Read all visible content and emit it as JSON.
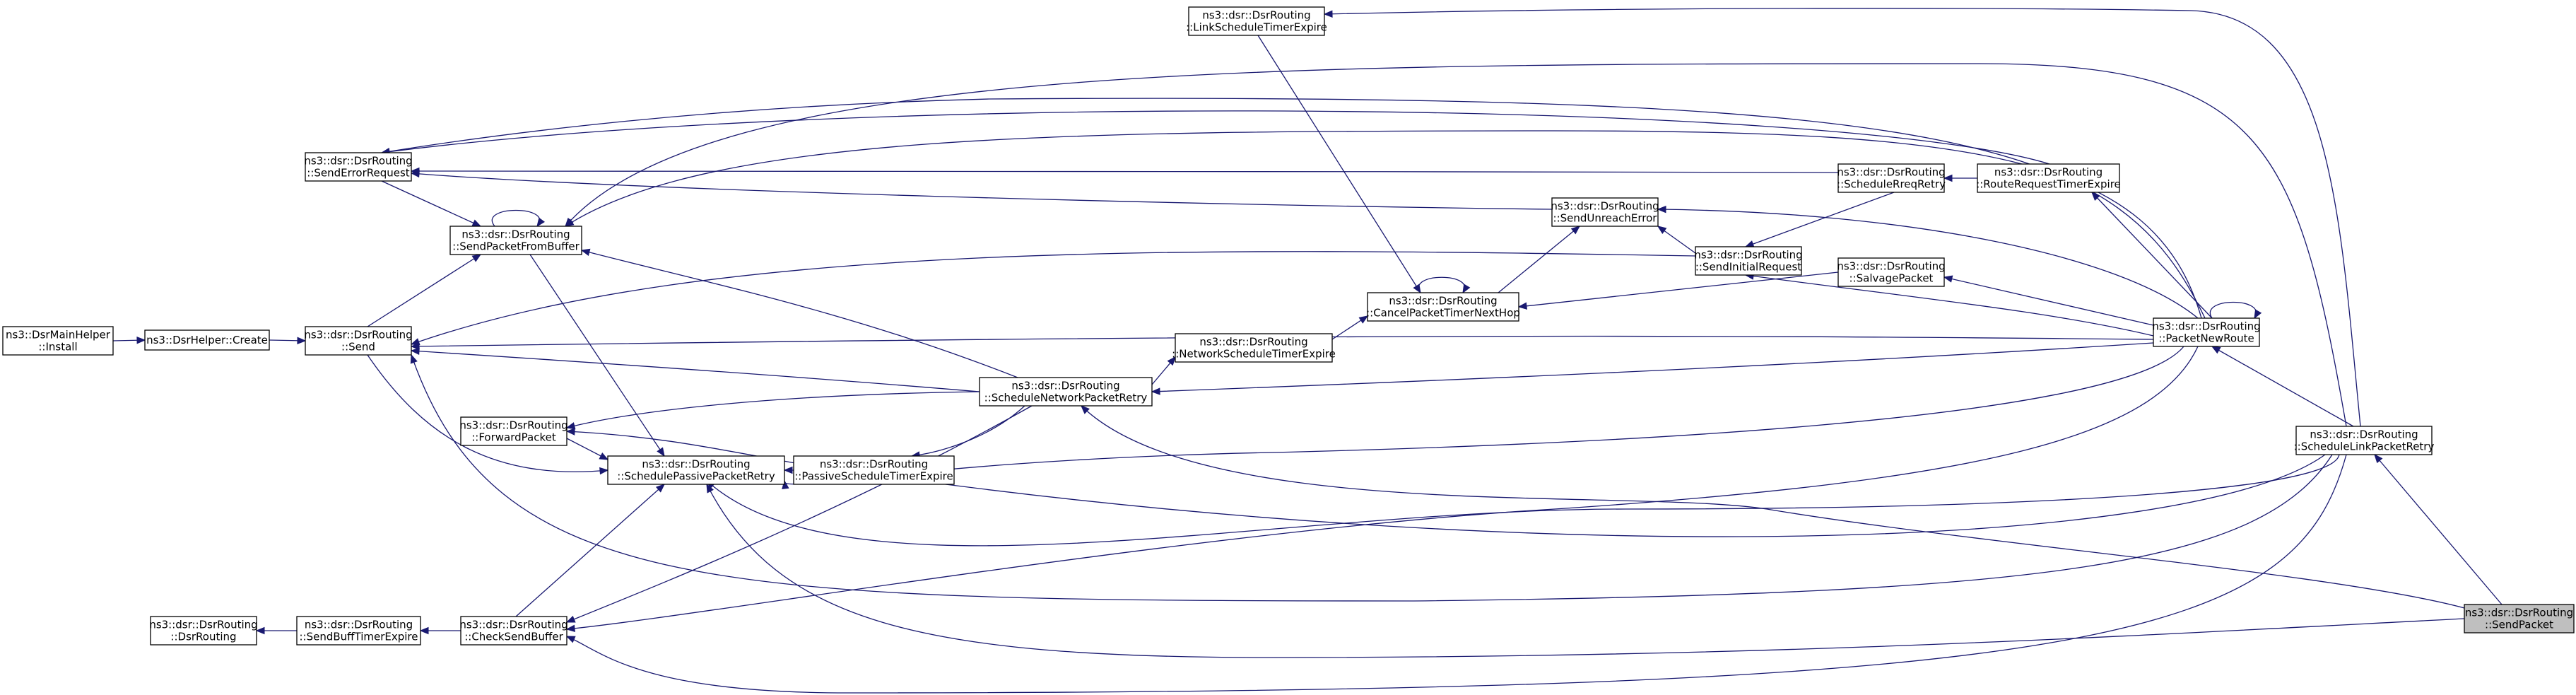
{
  "graph": {
    "colors": {
      "edge": "#191970",
      "node_fill": "#ffffff",
      "highlight_fill": "#bfbfbf",
      "node_stroke": "#000000"
    },
    "nodes": {
      "mainhelper": {
        "lines": [
          "ns3::DsrMainHelper",
          "::Install"
        ]
      },
      "create": {
        "lines": [
          "ns3::DsrHelper::Create"
        ]
      },
      "send": {
        "lines": [
          "ns3::dsr::DsrRouting",
          "::Send"
        ]
      },
      "errreq": {
        "lines": [
          "ns3::dsr::DsrRouting",
          "::SendErrorRequest"
        ]
      },
      "sendbuf": {
        "lines": [
          "ns3::dsr::DsrRouting",
          "::SendPacketFromBuffer"
        ]
      },
      "forward": {
        "lines": [
          "ns3::dsr::DsrRouting",
          "::ForwardPacket"
        ]
      },
      "passretry": {
        "lines": [
          "ns3::dsr::DsrRouting",
          "::SchedulePassivePacketRetry"
        ]
      },
      "ctor": {
        "lines": [
          "ns3::dsr::DsrRouting",
          "::DsrRouting"
        ]
      },
      "buftimer": {
        "lines": [
          "ns3::dsr::DsrRouting",
          "::SendBuffTimerExpire"
        ]
      },
      "checkbuf": {
        "lines": [
          "ns3::dsr::DsrRouting",
          "::CheckSendBuffer"
        ]
      },
      "netretry": {
        "lines": [
          "ns3::dsr::DsrRouting",
          "::ScheduleNetworkPacketRetry"
        ]
      },
      "passtimer": {
        "lines": [
          "ns3::dsr::DsrRouting",
          "::PassiveScheduleTimerExpire"
        ]
      },
      "nettimer": {
        "lines": [
          "ns3::dsr::DsrRouting",
          "::NetworkScheduleTimerExpire"
        ]
      },
      "linktimer": {
        "lines": [
          "ns3::dsr::DsrRouting",
          "::LinkScheduleTimerExpire"
        ]
      },
      "cancel": {
        "lines": [
          "ns3::dsr::DsrRouting",
          "::CancelPacketTimerNextHop"
        ]
      },
      "unreach": {
        "lines": [
          "ns3::dsr::DsrRouting",
          "::SendUnreachError"
        ]
      },
      "initreq": {
        "lines": [
          "ns3::dsr::DsrRouting",
          "::SendInitialRequest"
        ]
      },
      "reqretry": {
        "lines": [
          "ns3::dsr::DsrRouting",
          "::ScheduleRreqRetry"
        ]
      },
      "salvage": {
        "lines": [
          "ns3::dsr::DsrRouting",
          "::SalvagePacket"
        ]
      },
      "rreqtimer": {
        "lines": [
          "ns3::dsr::DsrRouting",
          "::RouteRequestTimerExpire"
        ]
      },
      "newroute": {
        "lines": [
          "ns3::dsr::DsrRouting",
          "::PacketNewRoute"
        ]
      },
      "linkretry": {
        "lines": [
          "ns3::dsr::DsrRouting",
          "::ScheduleLinkPacketRetry"
        ]
      },
      "sendpacket": {
        "lines": [
          "ns3::dsr::DsrRouting",
          "::SendPacket"
        ]
      }
    }
  }
}
